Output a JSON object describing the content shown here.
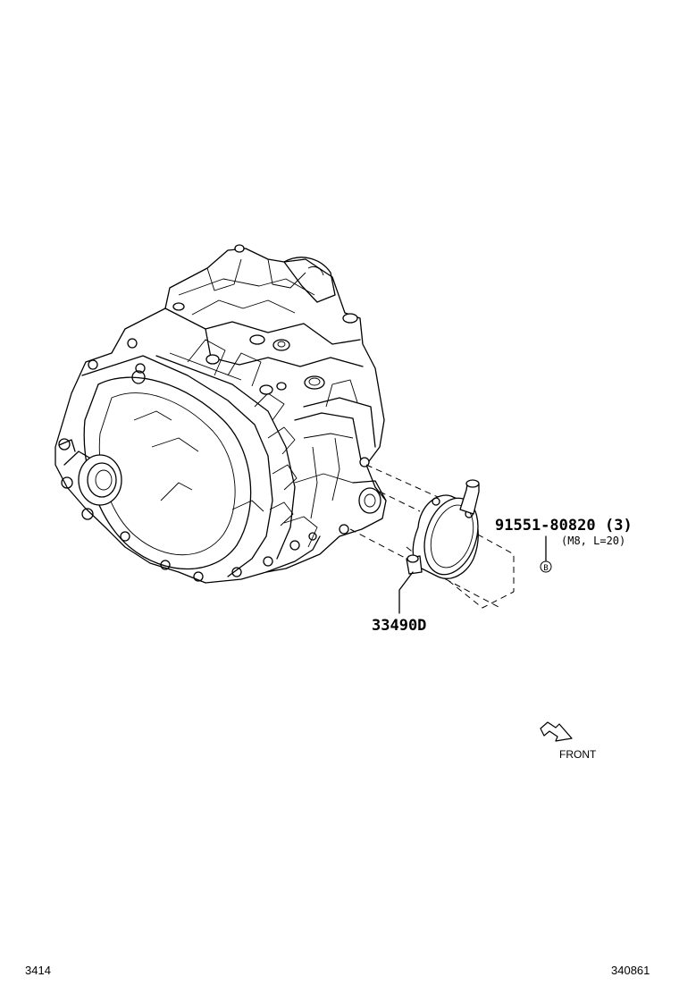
{
  "diagram": {
    "parts": [
      {
        "part_number": "91551-80820",
        "quantity": "(3)",
        "spec": "(M8, L=20)",
        "marker": "B"
      },
      {
        "part_number": "33490D"
      }
    ],
    "direction_label": "FRONT",
    "page_code_left": "3414",
    "page_code_right": "340861"
  }
}
